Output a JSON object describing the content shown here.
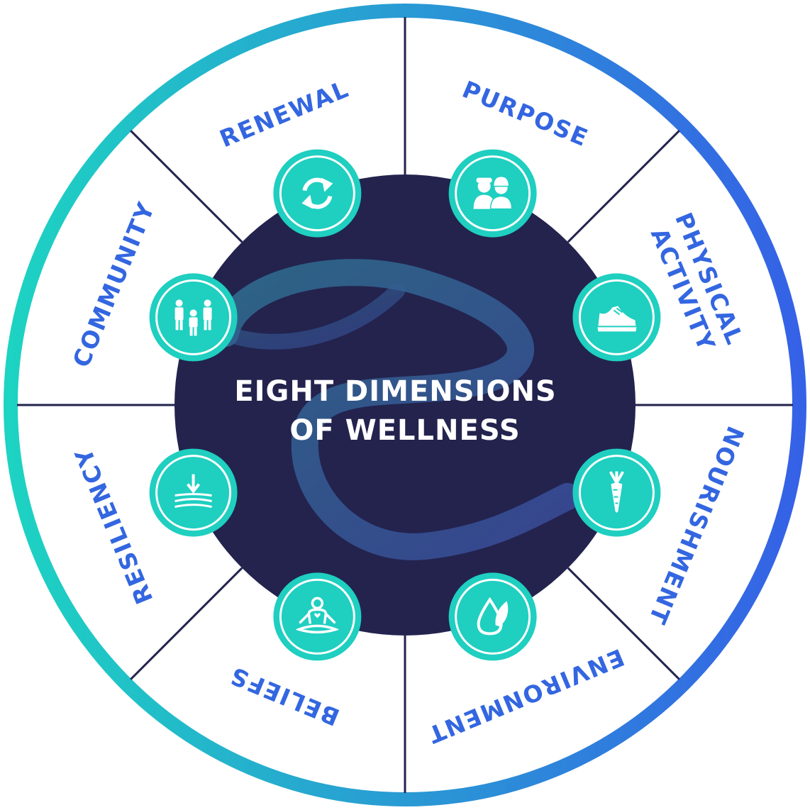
{
  "diagram": {
    "center_title": [
      "EIGHT DIMENSIONS",
      "OF WELLNESS"
    ],
    "colors": {
      "ring_gradient_start": "#1dd3c2",
      "ring_gradient_end": "#3561e6",
      "center_fill": "#23234e",
      "icon_circle": "#1fcfc0",
      "label_text": "#3366e0",
      "divider": "#23234e"
    },
    "dimensions": [
      {
        "id": "purpose",
        "lines": [
          "PURPOSE"
        ],
        "icon": "workers-icon"
      },
      {
        "id": "physical-activity",
        "lines": [
          "PHYSICAL",
          "ACTIVITY"
        ],
        "icon": "sneaker-icon"
      },
      {
        "id": "nourishment",
        "lines": [
          "NOURISHMENT"
        ],
        "icon": "carrot-icon"
      },
      {
        "id": "environment",
        "lines": [
          "ENVIRONMENT"
        ],
        "icon": "leaf-drop-icon"
      },
      {
        "id": "beliefs",
        "lines": [
          "BELIEFS"
        ],
        "icon": "meditation-icon"
      },
      {
        "id": "resiliency",
        "lines": [
          "RESILIENCY"
        ],
        "icon": "compression-arrow-icon"
      },
      {
        "id": "community",
        "lines": [
          "COMMUNITY"
        ],
        "icon": "people-group-icon"
      },
      {
        "id": "renewal",
        "lines": [
          "RENEWAL"
        ],
        "icon": "refresh-arrows-icon"
      }
    ]
  }
}
